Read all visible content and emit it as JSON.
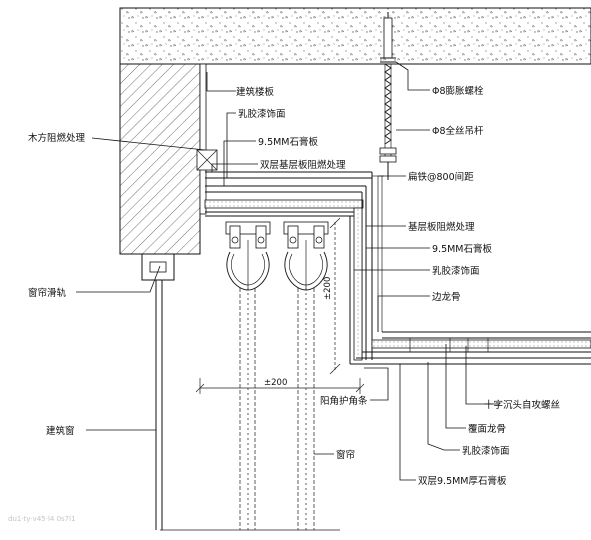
{
  "labels": {
    "floor_slab": "建筑楼板",
    "expansion_bolt": "Φ8膨胀螺栓",
    "latex_paint_1": "乳胶漆饰面",
    "wood_fireproof": "木方阻燃处理",
    "gypsum_1": "9.5MM石膏板",
    "threaded_rod": "Φ8全丝吊杆",
    "double_base_fireproof": "双层基层板阻燃处理",
    "flat_iron": "扁铁@800间距",
    "base_fireproof": "基层板阻燃处理",
    "gypsum_2": "9.5MM石膏板",
    "latex_paint_2": "乳胶漆饰面",
    "curtain_rail": "窗帘滑轨",
    "edge_keel": "边龙骨",
    "corner_bead": "阳角护角条",
    "cross_screw": "十字沉头自攻螺丝",
    "cover_keel": "覆面龙骨",
    "building_window": "建筑窗",
    "latex_paint_3": "乳胶漆饰面",
    "curtain": "窗帘",
    "double_gypsum": "双层9.5MM厚石膏板"
  },
  "dimensions": {
    "vertical": "±200",
    "horizontal": "±200"
  },
  "watermark": "du1·ty·v45·l4 0s7l1"
}
